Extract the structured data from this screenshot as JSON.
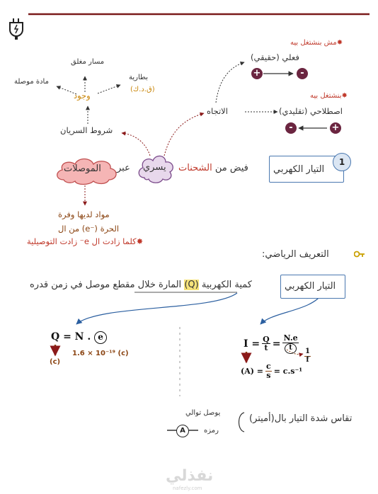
{
  "not_real_note": "مش بنشتغل بيه",
  "actual_real": "فعلي (حقيقي)",
  "used_note": "بنشتغل بيه",
  "conventional": "اصطلاحي (تقليدي)",
  "direction": "الاتجاه",
  "closed_path": "مسار مغلق",
  "battery": "بطارية",
  "emf_abbrev": "(ق.د.ك)",
  "conductive_material": "مادة موصلة",
  "existence": "وجود",
  "flow_conditions": "شروط السريان",
  "flows": "يسري",
  "through": "عبر",
  "conductors": "الموصلات",
  "charge_flow_prefix": "فيض من",
  "charges": "الشحنات",
  "current_label": "التيار الكهربي",
  "section_number": "1",
  "material_line1": "مواد لديها وفرة",
  "material_line2": "من ال (e⁻) الحرة",
  "conductivity_note": "كلما زادت ال e⁻ زادت التوصيلية",
  "math_def_title": "التعريف الرياضي:",
  "current_label_2": "التيار الكهربي",
  "definition_pre": "كمية الكهربية",
  "definition_q": "(Q)",
  "definition_post": "المارة خلال مقطع موصل في زمن قدره",
  "q_eq": "Q = N .",
  "e_symbol": "e",
  "q_unit": "(c)",
  "e_value": "1.6 × 10⁻¹⁹ (c)",
  "i_eq_start": "I =",
  "q_num": "Q",
  "t_den": "t",
  "eq_sign": "=",
  "ne_num": "N.e",
  "t_circle": "t",
  "one": "1",
  "f_den": "f",
  "amp_unit": "(A) =",
  "c_num": "c",
  "s_den": "s",
  "cs_unit": "= c.s⁻¹",
  "measure_text": "تقاس شدة التيار بال(أميتر)",
  "series_conn": "يوصل توالي",
  "symbol_text": "رمزه",
  "ammeter_symbol": "A",
  "plus": "+",
  "minus": "-",
  "watermark": "نفذلي",
  "watermark_url": "nafezly.com",
  "colors": {
    "accent_brown": "#8b1a1a",
    "box_border": "#4a78b0",
    "node_dark": "#6b2540",
    "highlight": "#f5e27a"
  }
}
